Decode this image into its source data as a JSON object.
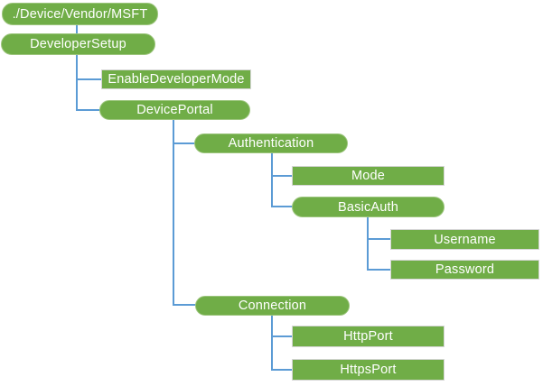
{
  "diagram": {
    "type": "csp-tree",
    "nodes": [
      {
        "id": "root",
        "label": "./Device/Vendor/MSFT",
        "shape": "pill",
        "parent": null
      },
      {
        "id": "developer-setup",
        "label": "DeveloperSetup",
        "shape": "pill",
        "parent": "root"
      },
      {
        "id": "enable-developer-mode",
        "label": "EnableDeveloperMode",
        "shape": "rect",
        "parent": "developer-setup"
      },
      {
        "id": "device-portal",
        "label": "DevicePortal",
        "shape": "pill",
        "parent": "developer-setup"
      },
      {
        "id": "authentication",
        "label": "Authentication",
        "shape": "pill",
        "parent": "device-portal"
      },
      {
        "id": "mode",
        "label": "Mode",
        "shape": "rect",
        "parent": "authentication"
      },
      {
        "id": "basic-auth",
        "label": "BasicAuth",
        "shape": "pill",
        "parent": "authentication"
      },
      {
        "id": "username",
        "label": "Username",
        "shape": "rect",
        "parent": "basic-auth"
      },
      {
        "id": "password",
        "label": "Password",
        "shape": "rect",
        "parent": "basic-auth"
      },
      {
        "id": "connection",
        "label": "Connection",
        "shape": "pill",
        "parent": "device-portal"
      },
      {
        "id": "http-port",
        "label": "HttpPort",
        "shape": "rect",
        "parent": "connection"
      },
      {
        "id": "https-port",
        "label": "HttpsPort",
        "shape": "rect",
        "parent": "connection"
      }
    ],
    "colors": {
      "node_fill": "#70AD47",
      "node_text": "#FFFFFF",
      "pill_border": "#9CC57D",
      "rect_border": "#D6D6D6",
      "connector": "#5B9BD5",
      "background": "#FFFFFF"
    }
  }
}
